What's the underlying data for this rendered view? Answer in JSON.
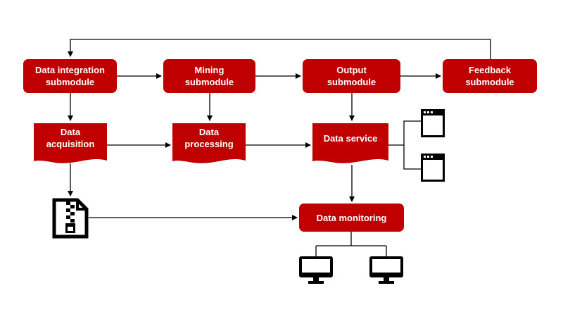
{
  "diagram": {
    "modules": {
      "data_integration": "Data integration\nsubmodule",
      "mining": "Mining\nsubmodule",
      "output": "Output\nsubmodule",
      "feedback": "Feedback\nsubmodule"
    },
    "processes": {
      "data_acquisition": "Data\nacquisition",
      "data_processing": "Data\nprocessing",
      "data_service": "Data service",
      "data_monitoring": "Data monitoring"
    },
    "icons": {
      "archive": "zip-file-icon",
      "window": "browser-window-icon",
      "monitor": "desktop-monitor-icon"
    },
    "colors": {
      "node_fill": "#c00000",
      "node_text": "#ffffff",
      "connector": "#000000"
    }
  }
}
